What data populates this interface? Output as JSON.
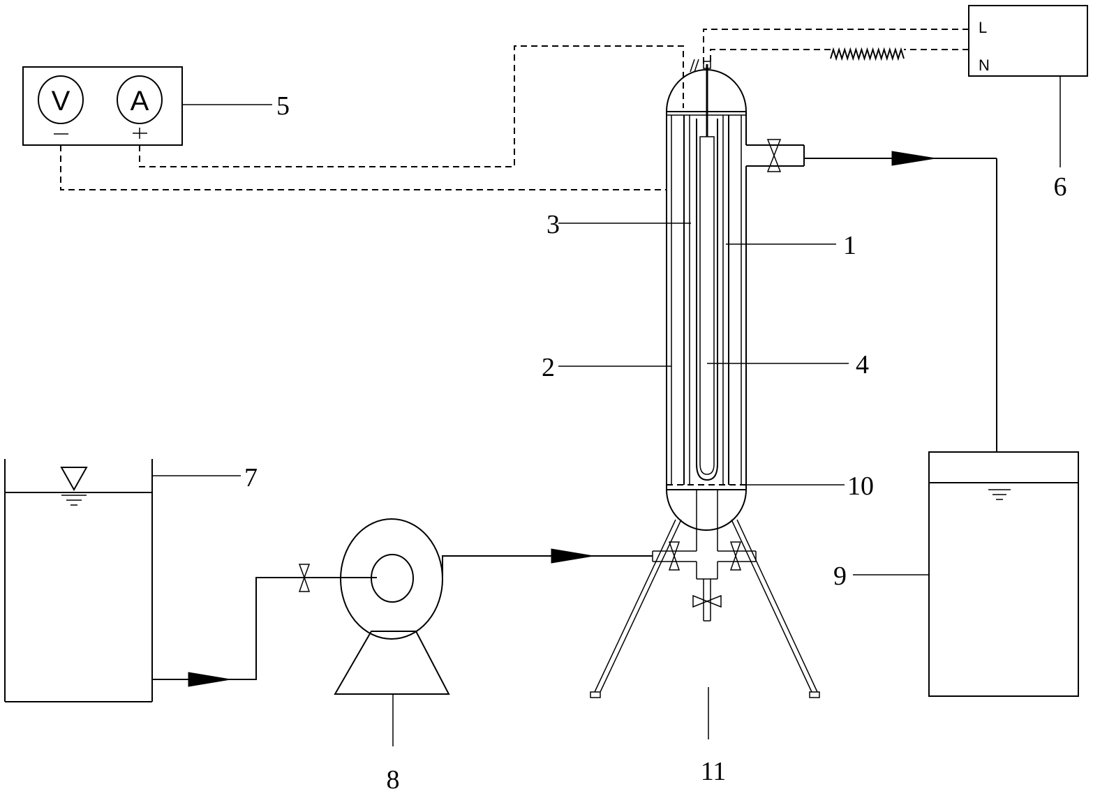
{
  "labels": {
    "reactor_shell": "1",
    "cathode_2": "2",
    "anode_3": "3",
    "heater_4": "4",
    "meter_5": "5",
    "power_6": "6",
    "feed_tank_7": "7",
    "pump_8": "8",
    "collection_tank_9": "9",
    "distributor_10": "10",
    "stand_11": "11"
  },
  "meter": {
    "voltmeter_symbol": "V",
    "ammeter_symbol": "A",
    "negative_sign": "—",
    "positive_sign": "+"
  },
  "power_supply": {
    "terminal_live": "L",
    "terminal_neutral": "N"
  }
}
